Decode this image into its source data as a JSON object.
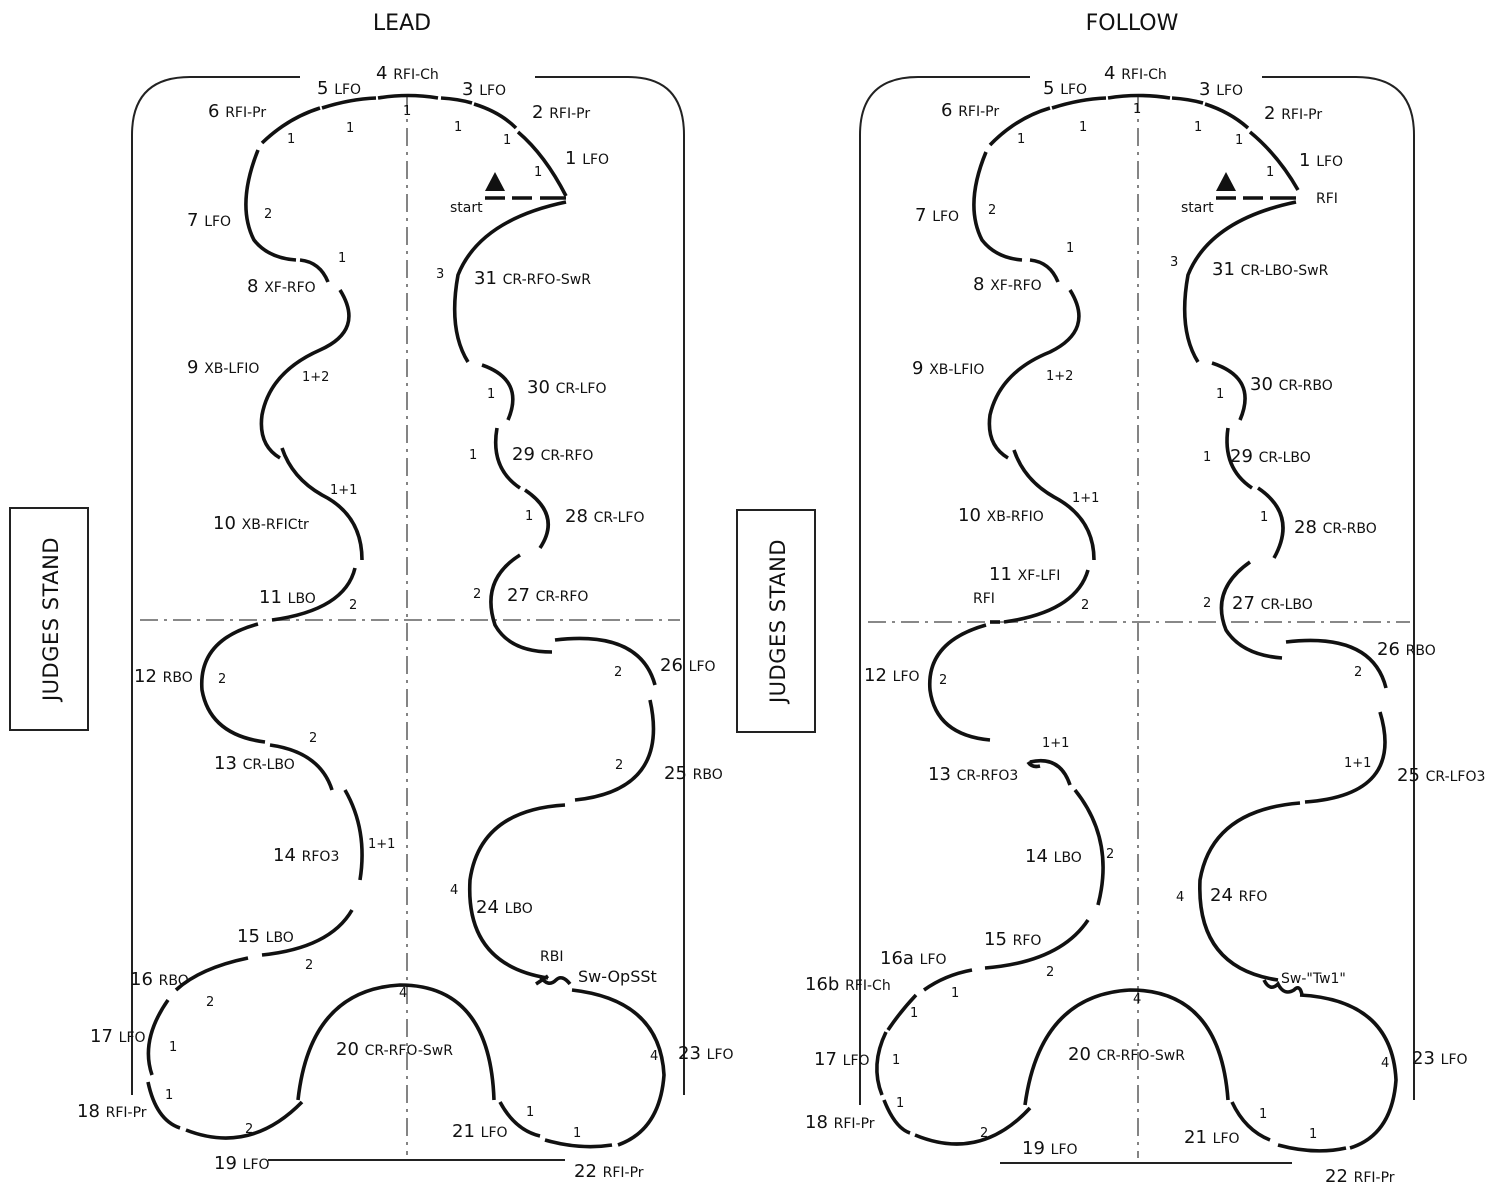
{
  "diagrams": [
    {
      "id": "lead",
      "title": "LEAD",
      "judges_stand": "JUDGES STAND",
      "start_label": "start",
      "steps": [
        {
          "n": "1",
          "edge": "LFO",
          "beat": "1"
        },
        {
          "n": "2",
          "edge": "RFI-Pr",
          "beat": "1"
        },
        {
          "n": "3",
          "edge": "LFO",
          "beat": "1"
        },
        {
          "n": "4",
          "edge": "RFI-Ch",
          "beat": "1"
        },
        {
          "n": "5",
          "edge": "LFO",
          "beat": "1"
        },
        {
          "n": "6",
          "edge": "RFI-Pr",
          "beat": "1"
        },
        {
          "n": "7",
          "edge": "LFO",
          "beat": "2"
        },
        {
          "n": "8",
          "edge": "XF-RFO",
          "beat": "1"
        },
        {
          "n": "9",
          "edge": "XB-LFIO",
          "beat": "1+2"
        },
        {
          "n": "10",
          "edge": "XB-RFICtr",
          "beat": "1+1"
        },
        {
          "n": "11",
          "edge": "LBO",
          "beat": "2"
        },
        {
          "n": "12",
          "edge": "RBO",
          "beat": "2"
        },
        {
          "n": "13",
          "edge": "CR-LBO",
          "beat": "2"
        },
        {
          "n": "14",
          "edge": "RFO3",
          "beat": "1+1"
        },
        {
          "n": "15",
          "edge": "LBO",
          "beat": "2"
        },
        {
          "n": "16",
          "edge": "RBO",
          "beat": "2"
        },
        {
          "n": "17",
          "edge": "LFO",
          "beat": "1"
        },
        {
          "n": "18",
          "edge": "RFI-Pr",
          "beat": "1"
        },
        {
          "n": "19",
          "edge": "LFO",
          "beat": "2"
        },
        {
          "n": "20",
          "edge": "CR-RFO-SwR",
          "beat": "4"
        },
        {
          "n": "21",
          "edge": "LFO",
          "beat": "1"
        },
        {
          "n": "22",
          "edge": "RFI-Pr",
          "beat": "1"
        },
        {
          "n": "23",
          "edge": "LFO",
          "beat": "4"
        },
        {
          "n": "24",
          "edge": "LBO",
          "beat": "4"
        },
        {
          "n": "25",
          "edge": "RBO",
          "beat": "2"
        },
        {
          "n": "26",
          "edge": "LFO",
          "beat": "2"
        },
        {
          "n": "27",
          "edge": "CR-RFO",
          "beat": "2"
        },
        {
          "n": "28",
          "edge": "CR-LFO",
          "beat": "1"
        },
        {
          "n": "29",
          "edge": "CR-RFO",
          "beat": "1"
        },
        {
          "n": "30",
          "edge": "CR-LFO",
          "beat": "1"
        },
        {
          "n": "31",
          "edge": "CR-RFO-SwR",
          "beat": "3"
        }
      ],
      "annotations": [
        "RBI",
        "Sw-OpSSt"
      ]
    },
    {
      "id": "follow",
      "title": "FOLLOW",
      "judges_stand": "JUDGES STAND",
      "start_label": "start",
      "steps": [
        {
          "n": "1",
          "edge": "LFO",
          "beat": "1"
        },
        {
          "n": "2",
          "edge": "RFI-Pr",
          "beat": "1"
        },
        {
          "n": "3",
          "edge": "LFO",
          "beat": "1"
        },
        {
          "n": "4",
          "edge": "RFI-Ch",
          "beat": "1"
        },
        {
          "n": "5",
          "edge": "LFO",
          "beat": "1"
        },
        {
          "n": "6",
          "edge": "RFI-Pr",
          "beat": "1"
        },
        {
          "n": "7",
          "edge": "LFO",
          "beat": "2"
        },
        {
          "n": "8",
          "edge": "XF-RFO",
          "beat": "1"
        },
        {
          "n": "9",
          "edge": "XB-LFIO",
          "beat": "1+2"
        },
        {
          "n": "10",
          "edge": "XB-RFIO",
          "beat": "1+1"
        },
        {
          "n": "11",
          "edge": "XF-LFI",
          "beat": "2"
        },
        {
          "n": "12",
          "edge": "LFO",
          "beat": "2"
        },
        {
          "n": "13",
          "edge": "CR-RFO3",
          "beat": "1+1"
        },
        {
          "n": "14",
          "edge": "LBO",
          "beat": "2"
        },
        {
          "n": "15",
          "edge": "RFO",
          "beat": "2"
        },
        {
          "n": "16a",
          "edge": "LFO",
          "beat": "1"
        },
        {
          "n": "16b",
          "edge": "RFI-Ch",
          "beat": "1"
        },
        {
          "n": "17",
          "edge": "LFO",
          "beat": "1"
        },
        {
          "n": "18",
          "edge": "RFI-Pr",
          "beat": "1"
        },
        {
          "n": "19",
          "edge": "LFO",
          "beat": "2"
        },
        {
          "n": "20",
          "edge": "CR-RFO-SwR",
          "beat": "4"
        },
        {
          "n": "21",
          "edge": "LFO",
          "beat": "1"
        },
        {
          "n": "22",
          "edge": "RFI-Pr",
          "beat": "1"
        },
        {
          "n": "23",
          "edge": "LFO",
          "beat": "4"
        },
        {
          "n": "24",
          "edge": "RFO",
          "beat": "4"
        },
        {
          "n": "25",
          "edge": "CR-LFO3",
          "beat": "1+1"
        },
        {
          "n": "26",
          "edge": "RBO",
          "beat": "2"
        },
        {
          "n": "27",
          "edge": "CR-LBO",
          "beat": "2"
        },
        {
          "n": "28",
          "edge": "CR-RBO",
          "beat": "1"
        },
        {
          "n": "29",
          "edge": "CR-LBO",
          "beat": "1"
        },
        {
          "n": "30",
          "edge": "CR-RBO",
          "beat": "1"
        },
        {
          "n": "31",
          "edge": "CR-LBO-SwR",
          "beat": "3"
        }
      ],
      "annotations": [
        "RFI",
        "RFI",
        "Sw-\"Tw1\""
      ]
    }
  ]
}
